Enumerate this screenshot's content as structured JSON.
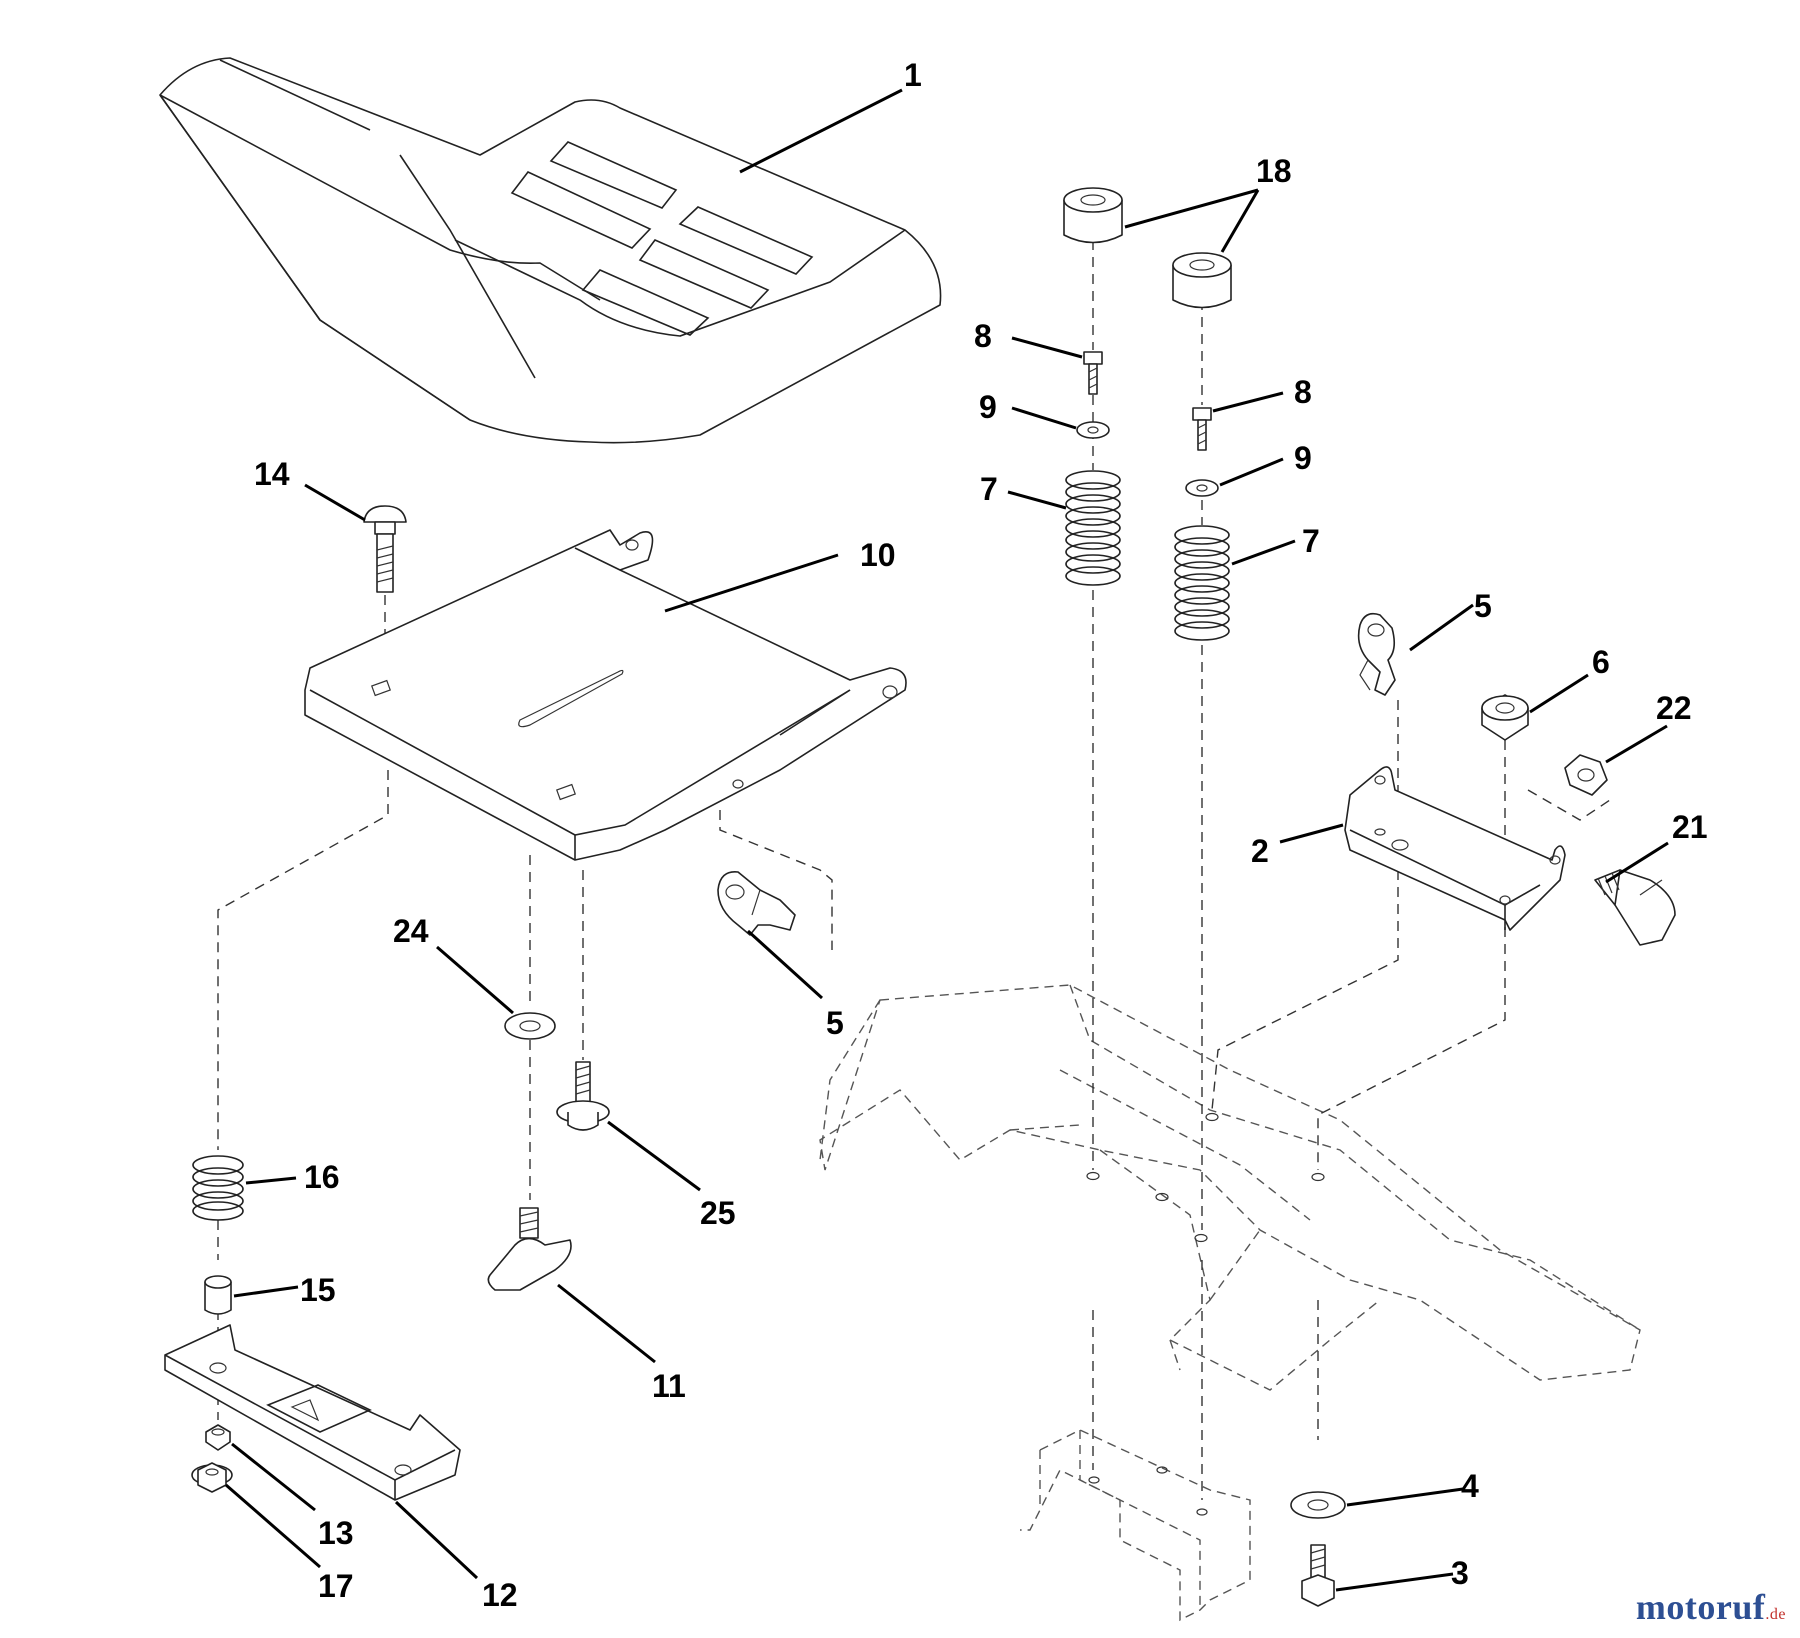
{
  "callouts": {
    "c1": "1",
    "c18": "18",
    "c8a": "8",
    "c8b": "8",
    "c9a": "9",
    "c9b": "9",
    "c7a": "7",
    "c7b": "7",
    "c14": "14",
    "c10": "10",
    "c5a": "5",
    "c5b": "5",
    "c6": "6",
    "c22": "22",
    "c2": "2",
    "c21": "21",
    "c24": "24",
    "c16": "16",
    "c25": "25",
    "c15": "15",
    "c11": "11",
    "c13": "13",
    "c17": "17",
    "c12": "12",
    "c4": "4",
    "c3": "3"
  },
  "watermark": {
    "brand": "motoruf",
    "tld": ".de"
  },
  "colors": {
    "ink": "#000000",
    "brand_blue": "#2d4f93",
    "brand_red": "#c2302b"
  }
}
